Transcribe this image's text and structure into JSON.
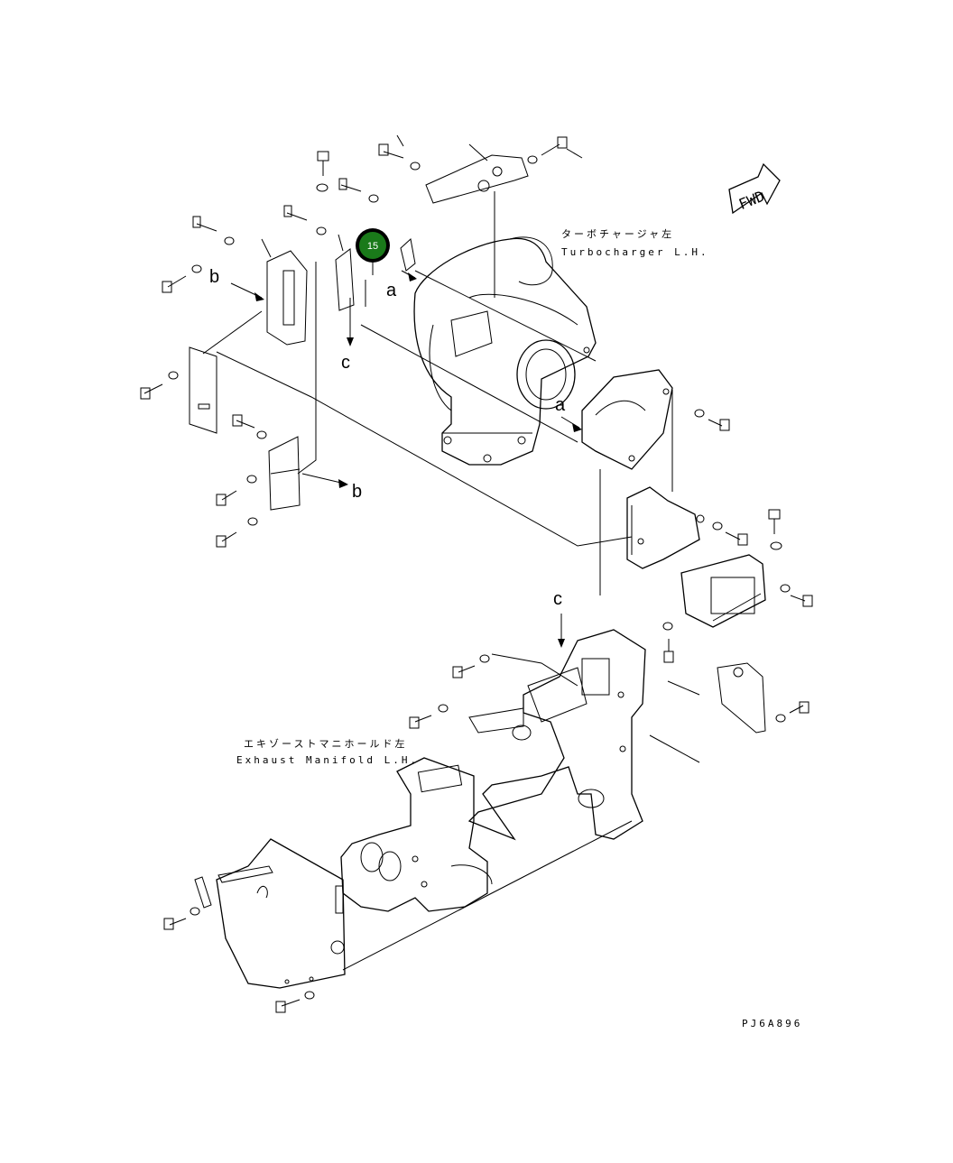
{
  "labels": {
    "turbo_jp": "ターボチャージャ左",
    "turbo_en": "Turbocharger L.H.",
    "exhaust_jp": "エキゾーストマニホールド左",
    "exhaust_en": "Exhaust Manifold L.H.",
    "drawing_code": "PJ6A896",
    "fwd": "FWD"
  },
  "arrow_labels": {
    "a_top": "a",
    "a_bottom": "a",
    "b_left": "b",
    "b_right": "b",
    "c_top": "c",
    "c_bottom": "c"
  },
  "callout": {
    "number": "15",
    "color": "#1a7a1a",
    "ring_color": "#000000"
  }
}
